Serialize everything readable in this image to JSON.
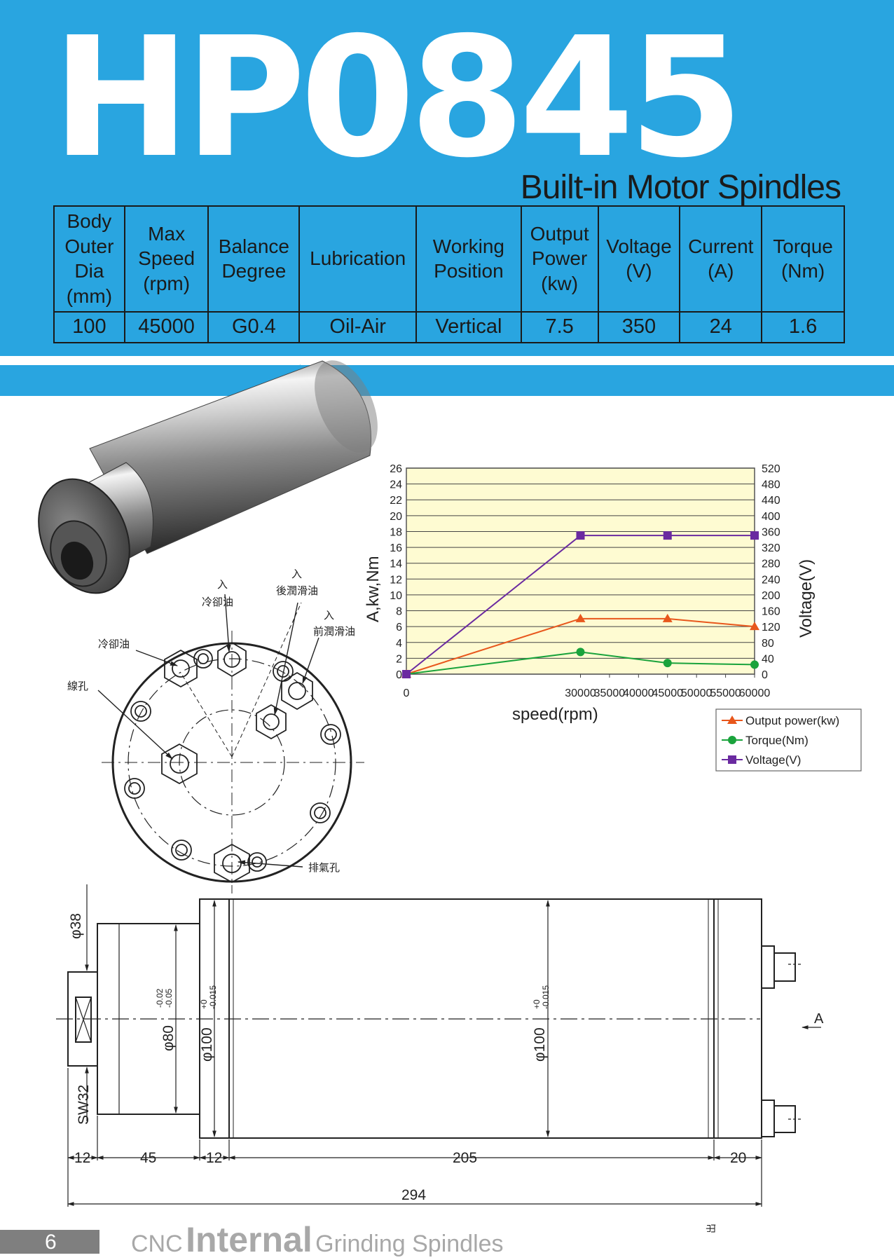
{
  "header": {
    "model": "HP0845",
    "subtitle": "Built-in Motor Spindles"
  },
  "specs": {
    "headers": [
      [
        "Body",
        "Outer",
        "Dia",
        "(mm)"
      ],
      [
        "Max",
        "Speed",
        "(rpm)"
      ],
      [
        "Balance",
        "Degree"
      ],
      [
        "Lubrication"
      ],
      [
        "Working",
        "Position"
      ],
      [
        "Output",
        "Power",
        "(kw)"
      ],
      [
        "Voltage",
        "(V)"
      ],
      [
        "Current",
        "(A)"
      ],
      [
        "Torque",
        "(Nm)"
      ]
    ],
    "values": [
      "100",
      "45000",
      "G0.4",
      "Oil-Air",
      "Vertical",
      "7.5",
      "350",
      "24",
      "1.6"
    ]
  },
  "chart_data": {
    "type": "line",
    "x": [
      0,
      30000,
      45000,
      60000
    ],
    "xlabel": "speed(rpm)",
    "ylabel_left": "A,kw,Nm",
    "ylabel_right": "Voltage(V)",
    "xlim": [
      0,
      60000
    ],
    "ylim_left": [
      0,
      26
    ],
    "ylim_right": [
      0,
      520
    ],
    "x_ticks": [
      "0",
      "30000",
      "35000",
      "40000",
      "45000",
      "50000",
      "55000",
      "60000"
    ],
    "y_ticks_left": [
      "0",
      "2",
      "4",
      "6",
      "8",
      "10",
      "12",
      "14",
      "16",
      "18",
      "20",
      "22",
      "24",
      "26"
    ],
    "y_ticks_right": [
      "0",
      "40",
      "80",
      "120",
      "160",
      "200",
      "240",
      "280",
      "320",
      "360",
      "400",
      "440",
      "480",
      "520"
    ],
    "series": [
      {
        "name": "Output power(kw)",
        "axis": "left",
        "values": [
          0,
          7,
          7,
          6
        ],
        "color": "#e8571c",
        "marker": "triangle"
      },
      {
        "name": "Torque(Nm)",
        "axis": "left",
        "values": [
          0,
          2.8,
          1.4,
          1.2
        ],
        "color": "#1aa33c",
        "marker": "circle"
      },
      {
        "name": "Voltage(V)",
        "axis": "right",
        "values": [
          0,
          350,
          350,
          350
        ],
        "color": "#6a2aa0",
        "marker": "square"
      }
    ],
    "grid": true,
    "legend_position": "bottom-right",
    "background": "#fefbd2"
  },
  "face_view": {
    "labels": {
      "coolant_in": [
        "入",
        "冷卻油"
      ],
      "rear_lube_in": [
        "入",
        "後潤滑油"
      ],
      "front_lube_in": [
        "入",
        "前潤滑油"
      ],
      "coolant": "冷卻油",
      "wire_hole": "線孔",
      "exhaust": "排氣孔"
    }
  },
  "side_view": {
    "dims": {
      "d38": "φ38",
      "sw32": "SW32",
      "d80": "φ80",
      "d80_tol_upper": "-0.02",
      "d80_tol_lower": "-0.05",
      "d100_a": "φ100",
      "d100_b": "φ100",
      "d100_tol_upper": "+0",
      "d100_tol_lower": "-0.015",
      "l12a": "12",
      "l45": "45",
      "l12b": "12",
      "l205": "205",
      "l20": "20",
      "l294": "294",
      "view_a": "A",
      "out": "出"
    }
  },
  "footer": {
    "page": "6",
    "title_pre": "CNC",
    "title_bold": "Internal",
    "title_post": "Grinding Spindles"
  }
}
